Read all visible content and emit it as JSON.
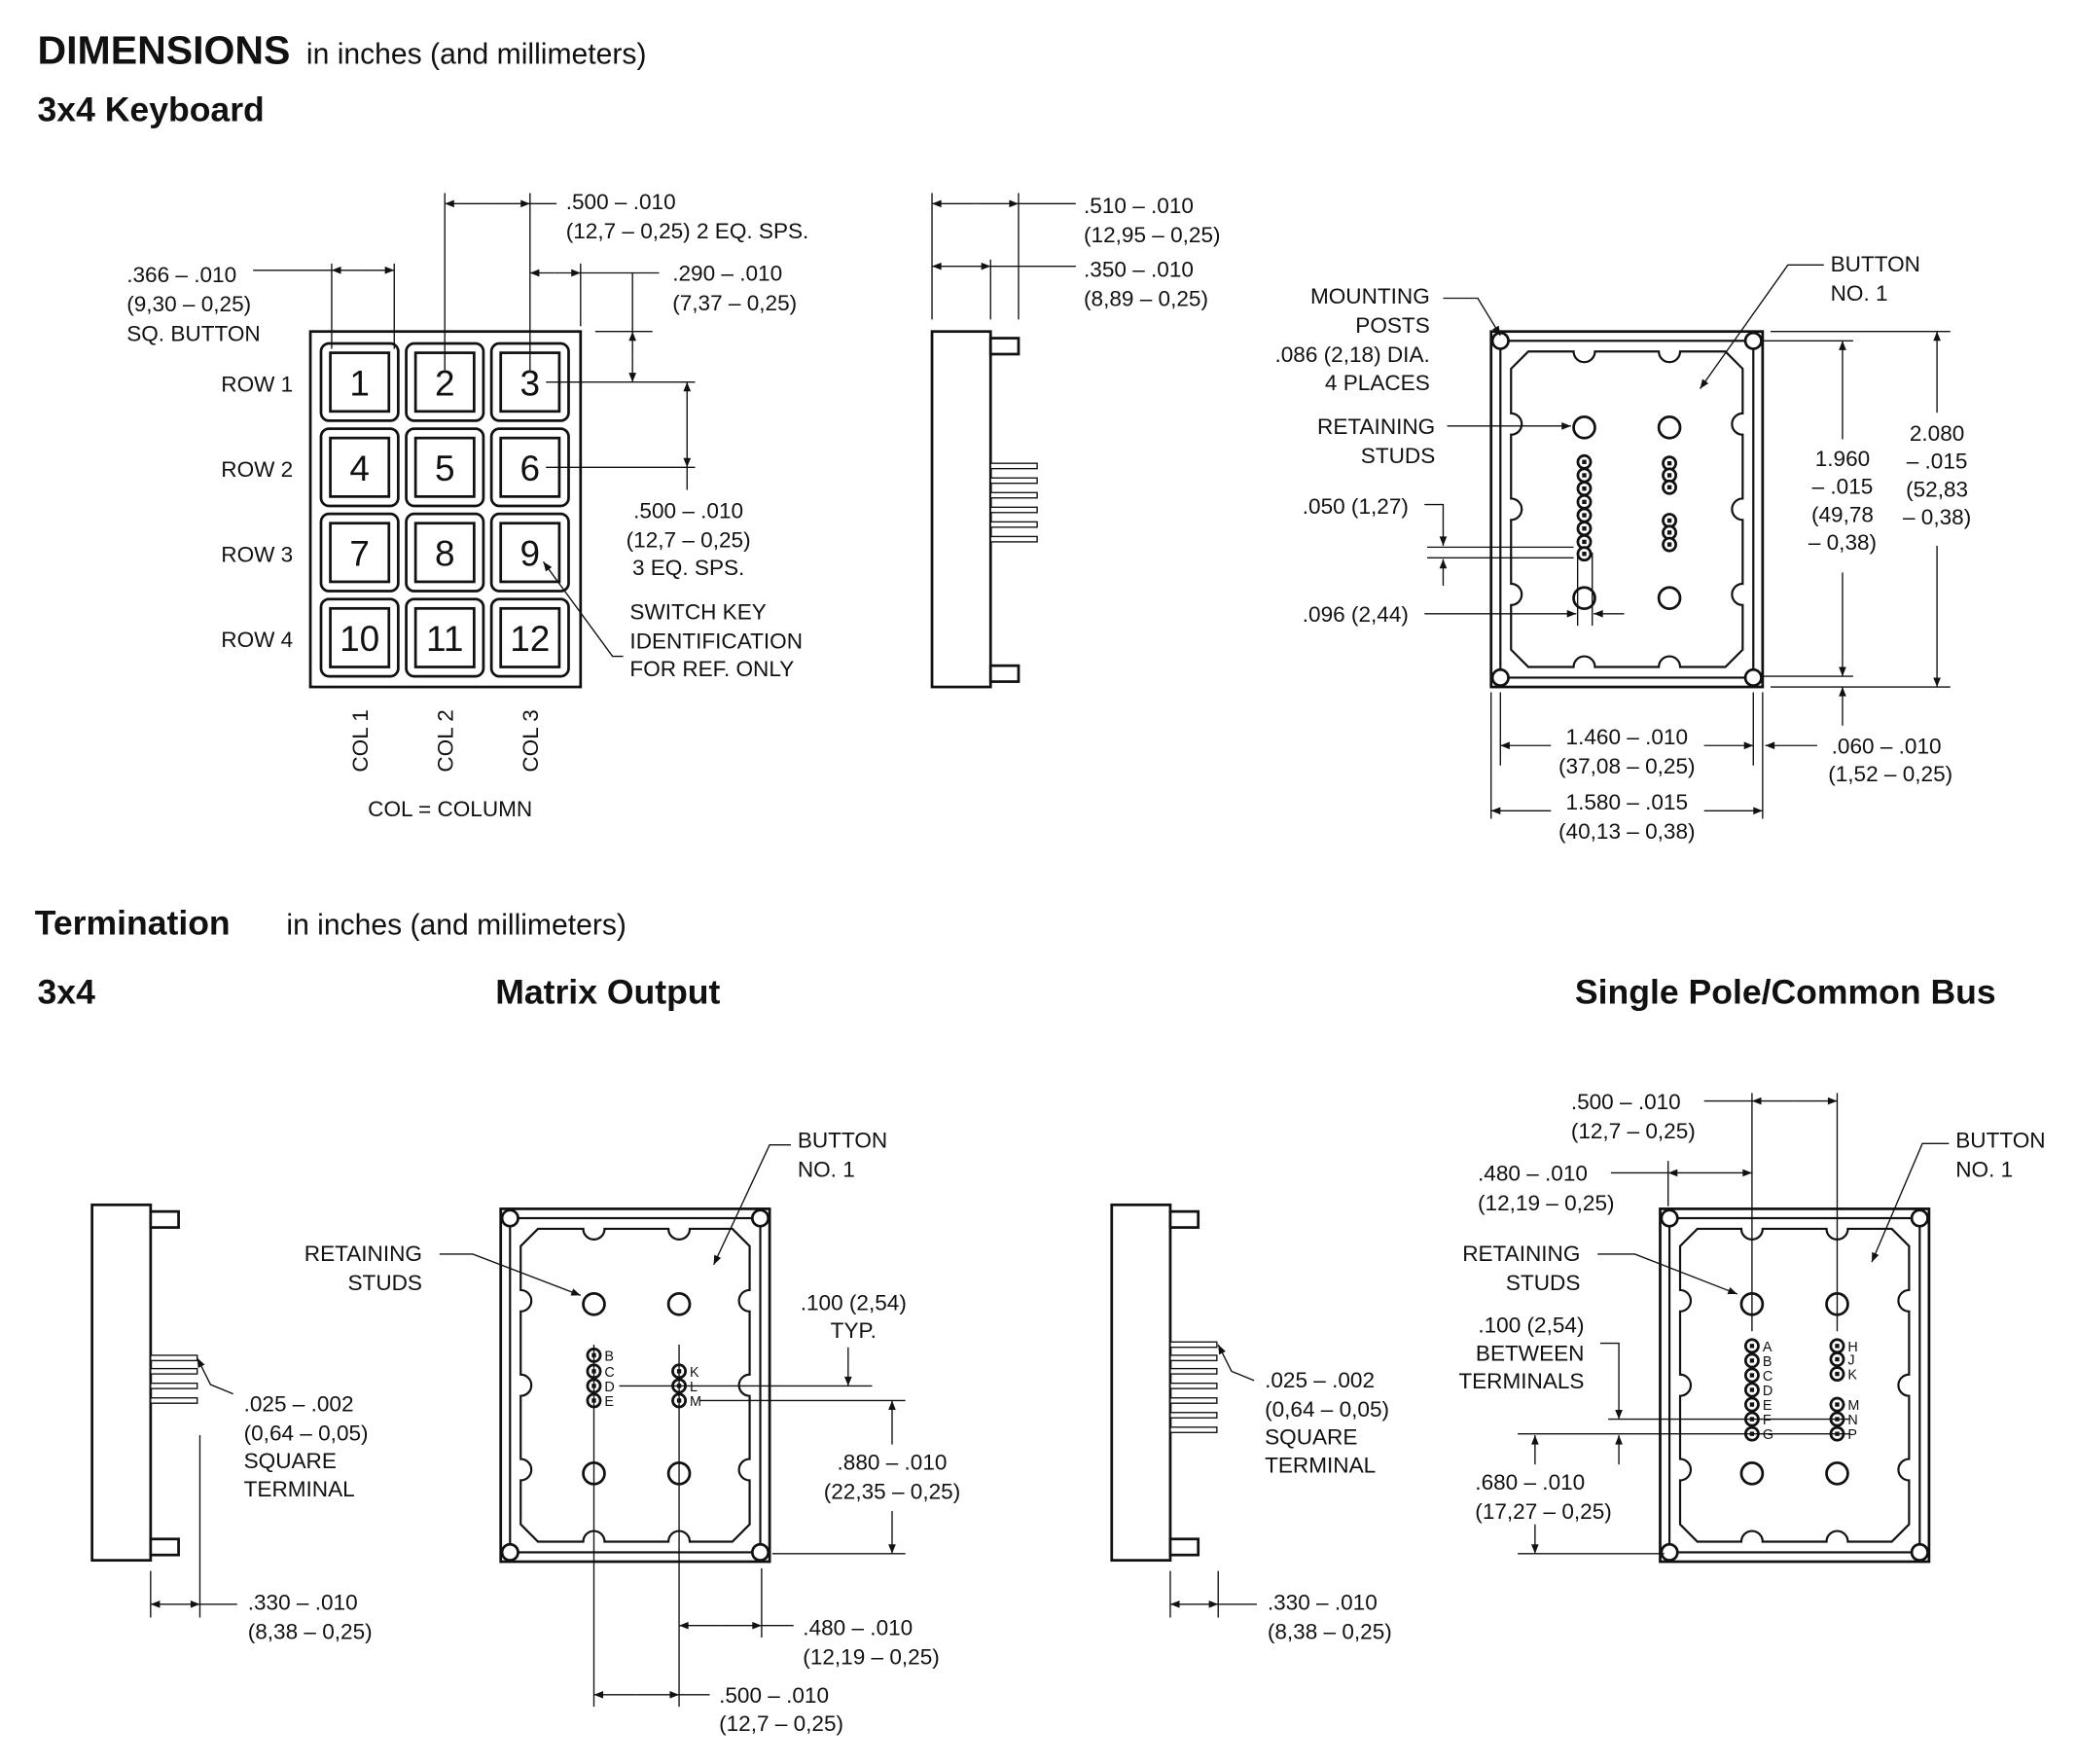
{
  "header": {
    "title": "DIMENSIONS",
    "subtitle": "in inches (and millimeters)",
    "section": "3x4 Keyboard"
  },
  "keyboard": {
    "keys": [
      "1",
      "2",
      "3",
      "4",
      "5",
      "6",
      "7",
      "8",
      "9",
      "10",
      "11",
      "12"
    ],
    "rows": [
      "ROW 1",
      "ROW 2",
      "ROW 3",
      "ROW 4"
    ],
    "cols": [
      "COL 1",
      "COL 2",
      "COL 3"
    ],
    "col_note": "COL = COLUMN",
    "dim_button": [
      ".366 – .010",
      "(9,30 – 0,25)",
      "SQ. BUTTON"
    ],
    "dim_hspacing": [
      ".500 – .010",
      "(12,7 – 0,25) 2 EQ. SPS."
    ],
    "dim_edge": [
      ".290 – .010",
      "(7,37 – 0,25)"
    ],
    "dim_vspacing": [
      ".500 – .010",
      "(12,7 – 0,25)",
      "3 EQ. SPS."
    ],
    "switch_note": [
      "SWITCH KEY",
      "IDENTIFICATION",
      "FOR REF. ONLY"
    ]
  },
  "side_view": {
    "dim_total": [
      ".510 – .010",
      "(12,95 – 0,25)"
    ],
    "dim_body": [
      ".350 – .010",
      "(8,89 – 0,25)"
    ]
  },
  "back_view": {
    "mounting": [
      "MOUNTING",
      "POSTS",
      ".086 (2,18) DIA.",
      "4 PLACES"
    ],
    "studs": [
      "RETAINING",
      "STUDS"
    ],
    "pitch": ".050 (1,27)",
    "width_pad": ".096 (2,44)",
    "button": [
      "BUTTON",
      "NO. 1"
    ],
    "dim_inner_h": [
      "1.960",
      "– .015",
      "(49,78",
      "– 0,38)"
    ],
    "dim_outer_h": [
      "2.080",
      "– .015",
      "(52,83",
      "– 0,38)"
    ],
    "dim_inner_w": [
      "1.460 – .010",
      "(37,08 – 0,25)"
    ],
    "dim_offset": [
      ".060 – .010",
      "(1,52 – 0,25)"
    ],
    "dim_outer_w": [
      "1.580 – .015",
      "(40,13 – 0,38)"
    ]
  },
  "termination": {
    "title": "Termination",
    "subtitle": "in inches (and millimeters)",
    "model": "3x4",
    "matrix_title": "Matrix Output",
    "single_title": "Single Pole/Common Bus",
    "terminal": [
      ".025 – .002",
      "(0,64 – 0,05)",
      "SQUARE",
      "TERMINAL"
    ],
    "depth": [
      ".330 – .010",
      "(8,38 – 0,25)"
    ],
    "matrix": {
      "studs": [
        "RETAINING",
        "STUDS"
      ],
      "button": [
        "BUTTON",
        "NO. 1"
      ],
      "typ": [
        ".100 (2,54)",
        "TYP."
      ],
      "dim_880": [
        ".880 – .010",
        "(22,35 – 0,25)"
      ],
      "dim_480": [
        ".480 – .010",
        "(12,19 – 0,25)"
      ],
      "dim_500": [
        ".500 – .010",
        "(12,7 – 0,25)"
      ],
      "left_pins": [
        "B",
        "C",
        "D",
        "E"
      ],
      "right_pins": [
        "K",
        "L",
        "M"
      ]
    },
    "single": {
      "dim_500": [
        ".500 – .010",
        "(12,7 – 0,25)"
      ],
      "dim_480": [
        ".480 – .010",
        "(12,19 – 0,25)"
      ],
      "studs": [
        "RETAINING",
        "STUDS"
      ],
      "button": [
        "BUTTON",
        "NO. 1"
      ],
      "between": [
        ".100 (2,54)",
        "BETWEEN",
        "TERMINALS"
      ],
      "dim_680": [
        ".680 – .010",
        "(17,27 – 0,25)"
      ],
      "left_pins": [
        "A",
        "B",
        "C",
        "D",
        "E",
        "F",
        "G"
      ],
      "right_pins": [
        "H",
        "J",
        "K",
        "M",
        "N",
        "P"
      ]
    }
  }
}
